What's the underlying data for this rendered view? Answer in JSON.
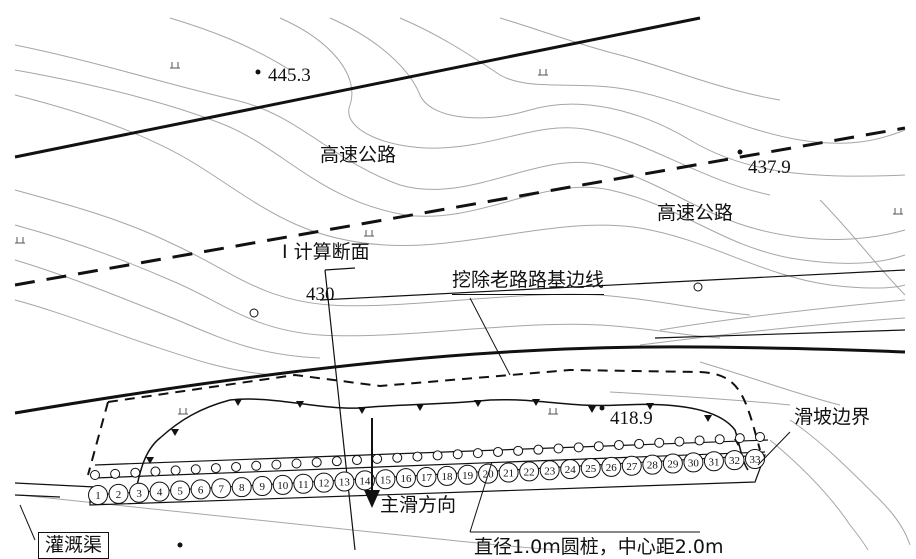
{
  "elevations": [
    "445.3",
    "437.9",
    "430",
    "418.9"
  ],
  "labels": {
    "highway_1": "高速公路",
    "highway_2": "高速公路",
    "section": "Ⅰ 计算断面",
    "excavation": "挖除老路路基边线",
    "landslide_boundary": "滑坡边界",
    "slide_direction": "主滑方向",
    "canal": "灌溉渠",
    "pile_note": "直径1.0m圆桩，中心距2.0m"
  },
  "piles": [
    "1",
    "2",
    "3",
    "4",
    "5",
    "6",
    "7",
    "8",
    "9",
    "10",
    "11",
    "12",
    "13",
    "14",
    "15",
    "16",
    "17",
    "18",
    "19",
    "20",
    "21",
    "22",
    "23",
    "24",
    "25",
    "26",
    "27",
    "28",
    "29",
    "30",
    "31",
    "32",
    "33"
  ],
  "colors": {
    "line": "#111111",
    "contour": "#9a9a9a",
    "background": "#ffffff"
  },
  "icons": [
    "grass-symbol",
    "elevation-point",
    "scarp-triangle",
    "direction-arrow"
  ]
}
